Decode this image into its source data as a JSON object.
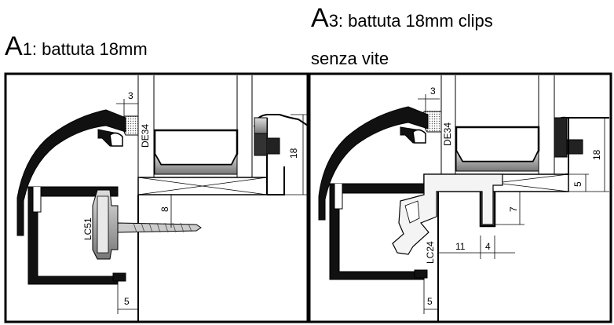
{
  "titles": {
    "left_letter": "A",
    "left_rest": "1: battuta 18mm",
    "right_letter": "A",
    "right_rest_line1": "3: battuta 18mm clips",
    "right_rest_line2": "senza vite"
  },
  "labels": {
    "de34_left": "DE34",
    "de34_right": "DE34",
    "lc51": "LC51",
    "lc24": "LC24"
  },
  "dimensions": {
    "left_top_3": "3",
    "left_18": "18",
    "left_8": "8",
    "left_5": "5",
    "right_top_3": "3",
    "right_18": "18",
    "right_5_side": "5",
    "right_7": "7",
    "right_11": "11",
    "right_4": "4",
    "right_5_bottom": "5"
  }
}
